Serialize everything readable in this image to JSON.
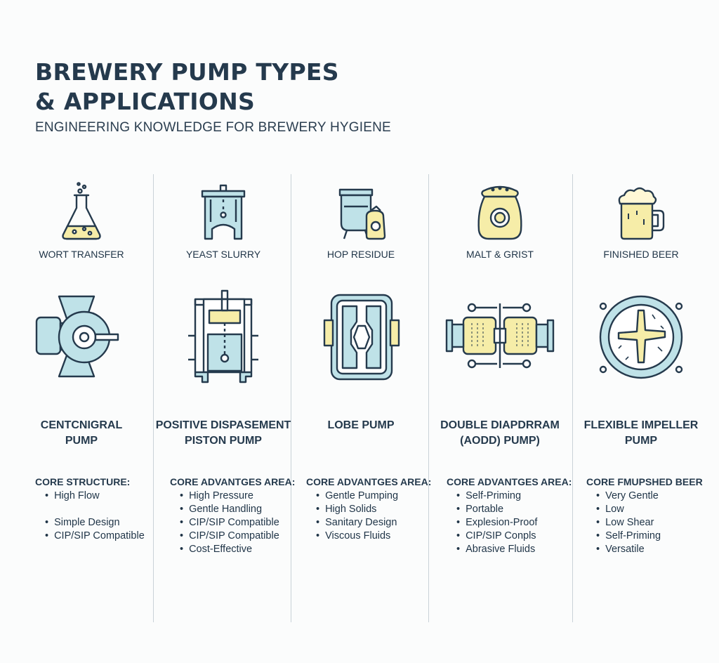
{
  "header": {
    "title_line1": "BREWERY PUMP TYPES",
    "title_line2": "& APPLICATIONS",
    "subtitle": "ENGINEERING KNOWLEDGE FOR BREWERY HYGIENE"
  },
  "colors": {
    "accent_blue": "#bfe2e8",
    "accent_yellow": "#f6eda8",
    "outline": "#253a4d",
    "divider": "#c9d2d8"
  },
  "columns": [
    {
      "ingredient_label": "WORT TRANSFER",
      "ingredient_icon": "flask-icon",
      "pump_icon": "centrifugal-pump-icon",
      "pump_name_line1": "CENTCNIGRAL",
      "pump_name_line2": "PUMP",
      "list_heading": "CORE STRUCTURE:",
      "items": [
        "High Flow",
        "",
        "Simple Design",
        "CIP/SIP Compatible"
      ]
    },
    {
      "ingredient_label": "YEAST SLURRY",
      "ingredient_icon": "tank-icon",
      "pump_icon": "piston-pump-icon",
      "pump_name_line1": "POSITIVE DISPASEMENT",
      "pump_name_line2": "PISTON PUMP",
      "list_heading": "CORE ADVANTGES AREA:",
      "items": [
        "High Pressure",
        "Gentle Handling",
        "CIP/SIP Compatible",
        "CIP/SIP Compatible",
        "Cost-Effective"
      ]
    },
    {
      "ingredient_label": "HOP RESIDUE",
      "ingredient_icon": "hop-bag-icon",
      "pump_icon": "lobe-pump-icon",
      "pump_name_line1": "LOBE PUMP",
      "pump_name_line2": "",
      "list_heading": "CORE ADVANTGES AREA:",
      "items": [
        "Gentle Pumping",
        "High Solids",
        "Sanitary Design",
        "Viscous Fluids"
      ]
    },
    {
      "ingredient_label": "MALT & GRIST",
      "ingredient_icon": "grain-sack-icon",
      "pump_icon": "diaphragm-pump-icon",
      "pump_name_line1": "DOUBLE DIAPDRRAM",
      "pump_name_line2": "(AODD) PUMP)",
      "list_heading": "CORE ADVANTGES AREA:",
      "items": [
        "Self-Priming",
        "Portable",
        "Explesion-Proof",
        "CIP/SIP Conpls",
        "Abrasive Fluids"
      ]
    },
    {
      "ingredient_label": "FINISHED BEER",
      "ingredient_icon": "beer-mug-icon",
      "pump_icon": "flexible-impeller-pump-icon",
      "pump_name_line1": "FLEXIBLE IMPELLER",
      "pump_name_line2": "PUMP",
      "list_heading": "CORE FMUPSHED BEER",
      "items": [
        "Very Gentle",
        "Low",
        "Low Shear",
        "Self-Priming",
        "Versatile"
      ]
    }
  ]
}
